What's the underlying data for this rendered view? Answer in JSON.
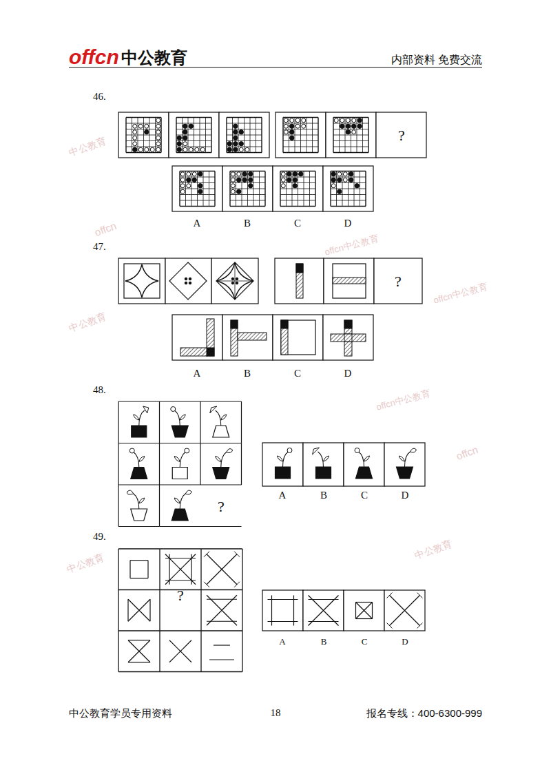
{
  "diagram": {
    "labels": [
      "offcn",
      "中公教育",
      "内部资料 免费交流",
      "46.",
      "?",
      "A",
      "B",
      "C",
      "D",
      "47.",
      "?",
      "A",
      "B",
      "C",
      "D",
      "48.",
      "?",
      "A",
      "B",
      "C",
      "D",
      "49.",
      "?",
      "A",
      "B",
      "C",
      "D",
      "中公教育学员专用资料",
      "18",
      "报名专线：400-6300-999",
      "中公教育",
      "offcn",
      "offcn中公教育",
      "offcn中公教育",
      "中公教育",
      "offcn中公教育",
      "offcn",
      "中公教育",
      "中公教育"
    ]
  }
}
